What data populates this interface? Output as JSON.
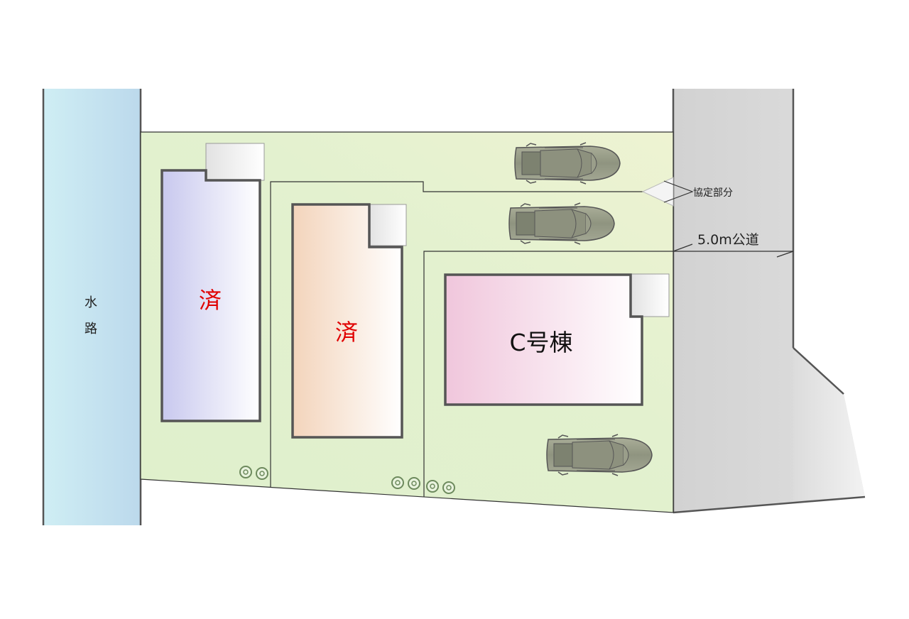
{
  "labels": {
    "waterway_char1": "水",
    "waterway_char2": "路",
    "lot_a_status": "済",
    "lot_b_status": "済",
    "lot_c_name": "C号棟",
    "road_agreement": "協定部分",
    "road_public": "5.0m公道"
  },
  "colors": {
    "status_text": "#e00000",
    "lot_ground": "#dfeec6",
    "road": "#d9d9d9",
    "waterway": "#c6e6f0"
  },
  "icons": [
    "car-icon",
    "shrub-icon"
  ]
}
